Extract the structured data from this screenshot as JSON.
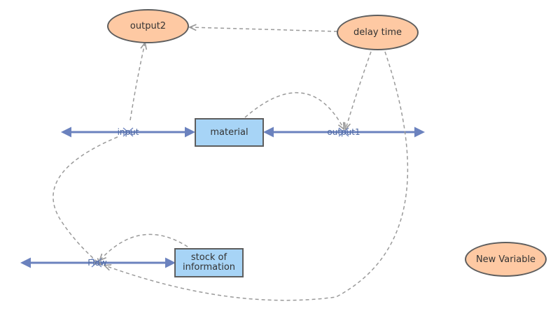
{
  "variables": [
    {
      "id": "output2",
      "label": "output2"
    },
    {
      "id": "delay_time",
      "label": "delay time"
    },
    {
      "id": "new_variable",
      "label": "New Variable"
    }
  ],
  "stocks": [
    {
      "id": "material",
      "label": "material"
    },
    {
      "id": "stock_of_information",
      "label": "stock of\ninformation"
    }
  ],
  "flows": [
    {
      "id": "input",
      "label": "input"
    },
    {
      "id": "output1",
      "label": "output1"
    },
    {
      "id": "flow",
      "label": "Flow"
    }
  ],
  "colors": {
    "variable_fill": "#fec9a3",
    "stock_fill": "#a7d4f6",
    "border": "#5e5e5e",
    "flow_line": "#6b82be",
    "link_line": "#9a9a9a"
  }
}
